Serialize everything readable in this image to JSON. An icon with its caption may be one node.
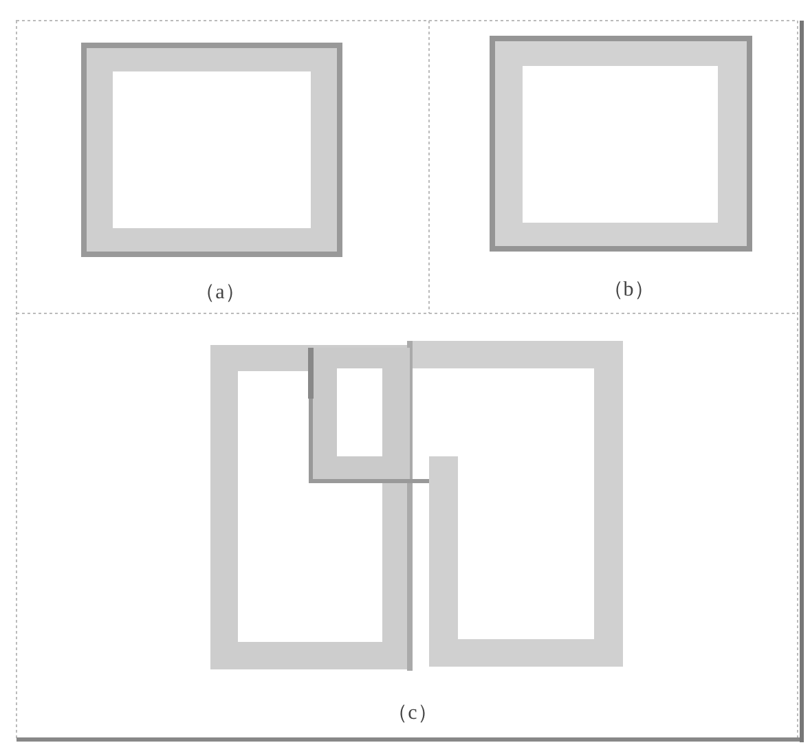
{
  "diagram": {
    "labels": [
      "（a）",
      "（b）",
      "（c）"
    ]
  }
}
